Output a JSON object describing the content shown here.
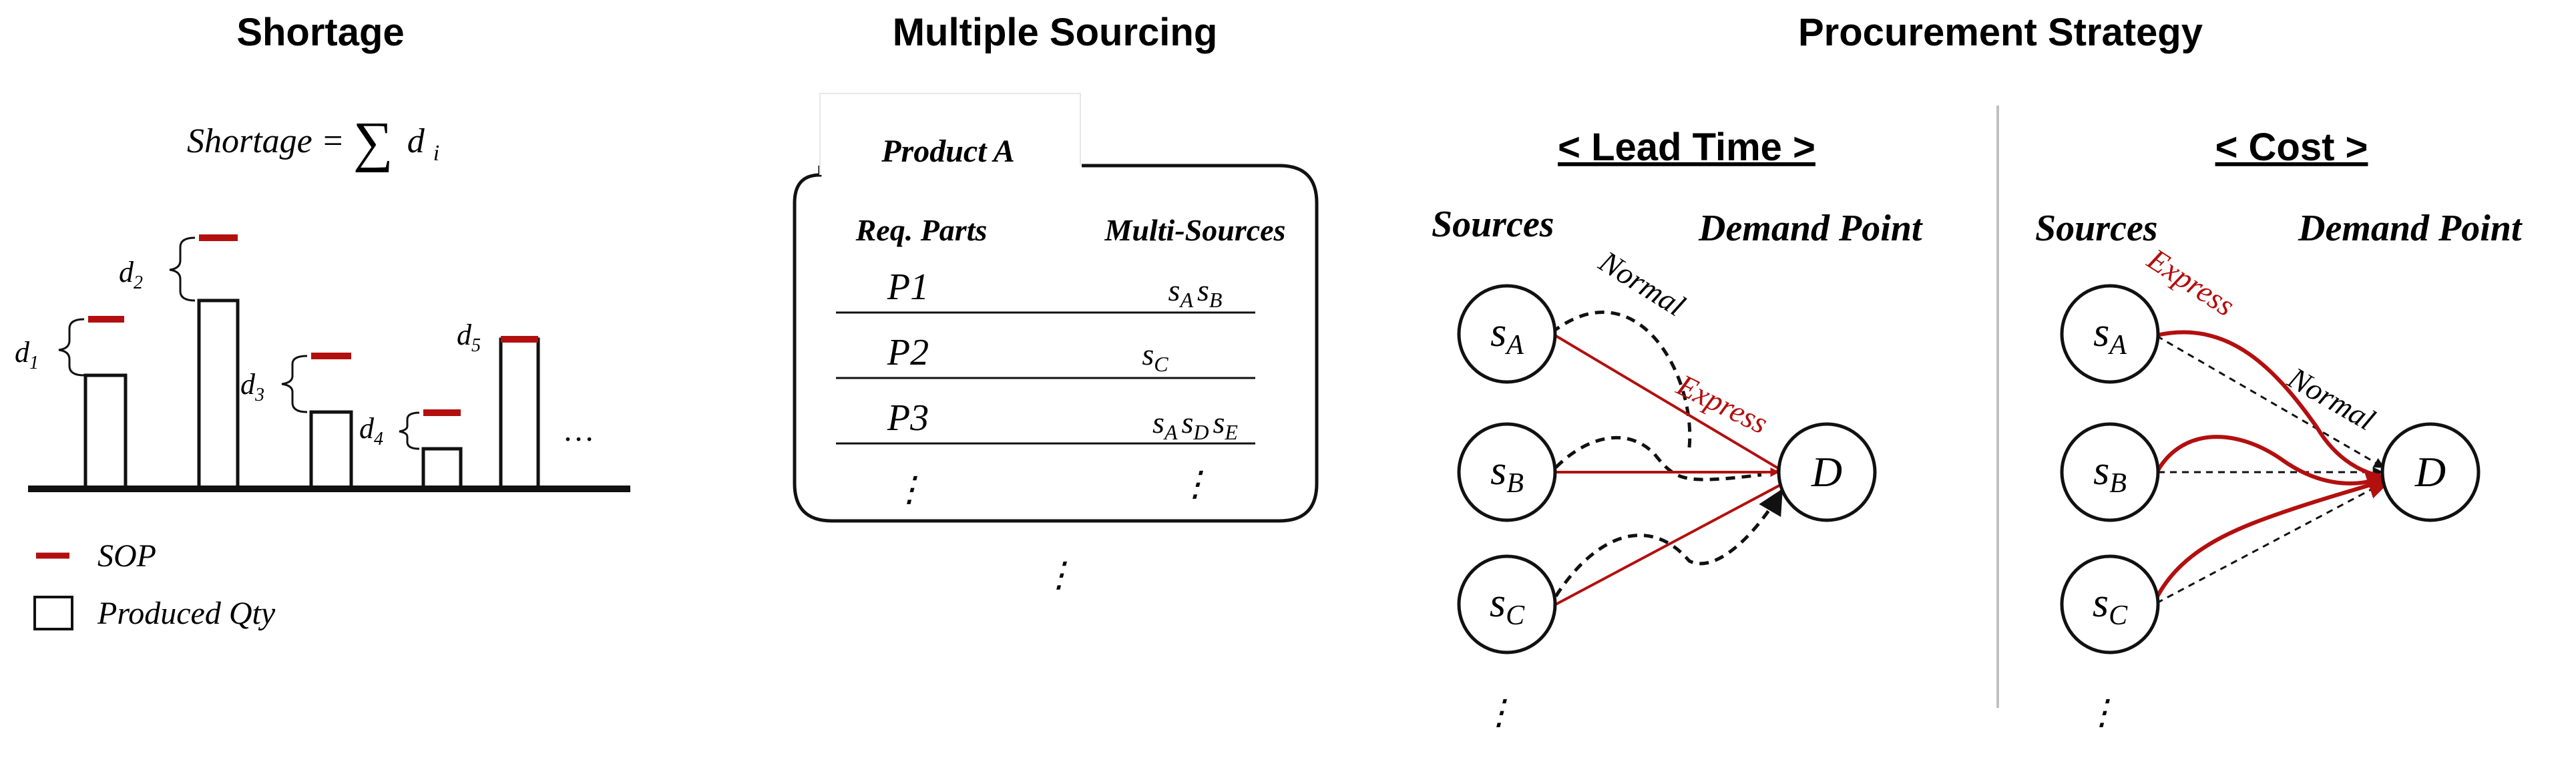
{
  "colors": {
    "sop": "#b30f0f",
    "express": "#b30f0f",
    "ink": "#111111",
    "divider": "#c0c0c0"
  },
  "shortage": {
    "title": "Shortage",
    "formula_lhs": "Shortage =",
    "sum_symbol": "∑",
    "formula_rhs": "d",
    "formula_sub": "i",
    "gaps": [
      {
        "label": "d",
        "sub": "1"
      },
      {
        "label": "d",
        "sub": "2"
      },
      {
        "label": "d",
        "sub": "3"
      },
      {
        "label": "d",
        "sub": "4"
      },
      {
        "label": "d",
        "sub": "5"
      }
    ],
    "ellipsis": "…",
    "legend": {
      "sop": "SOP",
      "produced": "Produced Qty"
    }
  },
  "sourcing": {
    "title": "Multiple Sourcing",
    "tab": "Product A",
    "col_parts": "Req. Parts",
    "col_sources": "Multi-Sources",
    "rows": [
      {
        "part": "P1",
        "sources": [
          {
            "base": "s",
            "sub": "A"
          },
          {
            "base": "s",
            "sub": "B"
          }
        ]
      },
      {
        "part": "P2",
        "sources": [
          {
            "base": "s",
            "sub": "C"
          }
        ]
      },
      {
        "part": "P3",
        "sources": [
          {
            "base": "s",
            "sub": "A"
          },
          {
            "base": "s",
            "sub": "D"
          },
          {
            "base": "s",
            "sub": "E"
          }
        ]
      }
    ],
    "vdots": "⋮"
  },
  "procurement": {
    "title": "Procurement Strategy",
    "panels": [
      {
        "heading": "< Lead Time >",
        "sources_label": "Sources",
        "demand_label": "Demand Point",
        "nodes": [
          {
            "base": "s",
            "sub": "A"
          },
          {
            "base": "s",
            "sub": "B"
          },
          {
            "base": "s",
            "sub": "C"
          }
        ],
        "demand_node": "D",
        "normal_label": "Normal",
        "express_label": "Express",
        "vdots": "⋮"
      },
      {
        "heading": "< Cost >",
        "sources_label": "Sources",
        "demand_label": "Demand Point",
        "nodes": [
          {
            "base": "s",
            "sub": "A"
          },
          {
            "base": "s",
            "sub": "B"
          },
          {
            "base": "s",
            "sub": "C"
          }
        ],
        "demand_node": "D",
        "normal_label": "Normal",
        "express_label": "Express",
        "vdots": "⋮"
      }
    ]
  }
}
